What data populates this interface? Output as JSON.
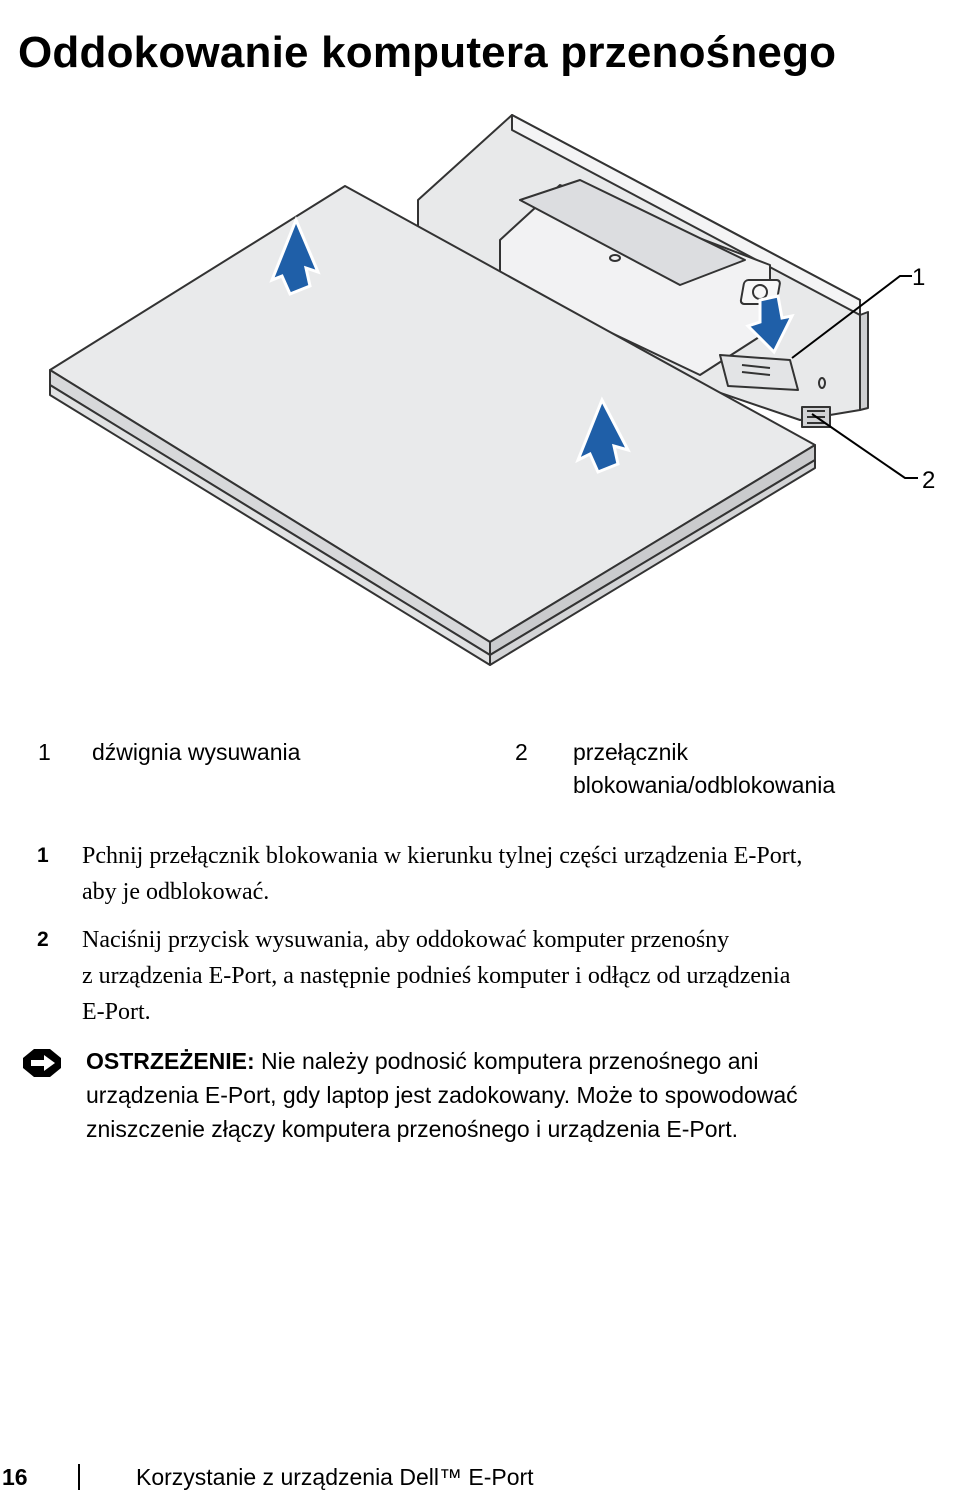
{
  "page": {
    "title": "Oddokowanie komputera przenośnego"
  },
  "figure": {
    "callouts": [
      "1",
      "2"
    ]
  },
  "legend": [
    {
      "num": "1",
      "label": "dźwignia wysuwania"
    },
    {
      "num": "2",
      "label_line1": "przełącznik",
      "label_line2": "blokowania/odblokowania"
    }
  ],
  "steps": [
    {
      "num": "1",
      "line1": "Pchnij przełącznik blokowania w kierunku tylnej części urządzenia E-Port,",
      "line2": "aby je odblokować."
    },
    {
      "num": "2",
      "line1": "Naciśnij przycisk wysuwania, aby oddokować komputer przenośny",
      "line2": "z urządzenia E-Port, a następnie podnieś komputer i odłącz od urządzenia",
      "line3": "E-Port."
    }
  ],
  "warning": {
    "icon": "warning-stop-icon",
    "label": "OSTRZEŻENIE:",
    "line1": " Nie należy podnosić komputera przenośnego ani",
    "line2": "urządzenia E-Port, gdy laptop jest zadokowany. Może to spowodować",
    "line3": "zniszczenie złączy komputera przenośnego i urządzenia E-Port."
  },
  "footer": {
    "page_number": "16",
    "section_title": "Korzystanie z urządzenia Dell™ E-Port"
  },
  "colors": {
    "arrow_blue": "#1f5fa8",
    "device_gray": "#e9eaeb",
    "outline": "#333333"
  }
}
